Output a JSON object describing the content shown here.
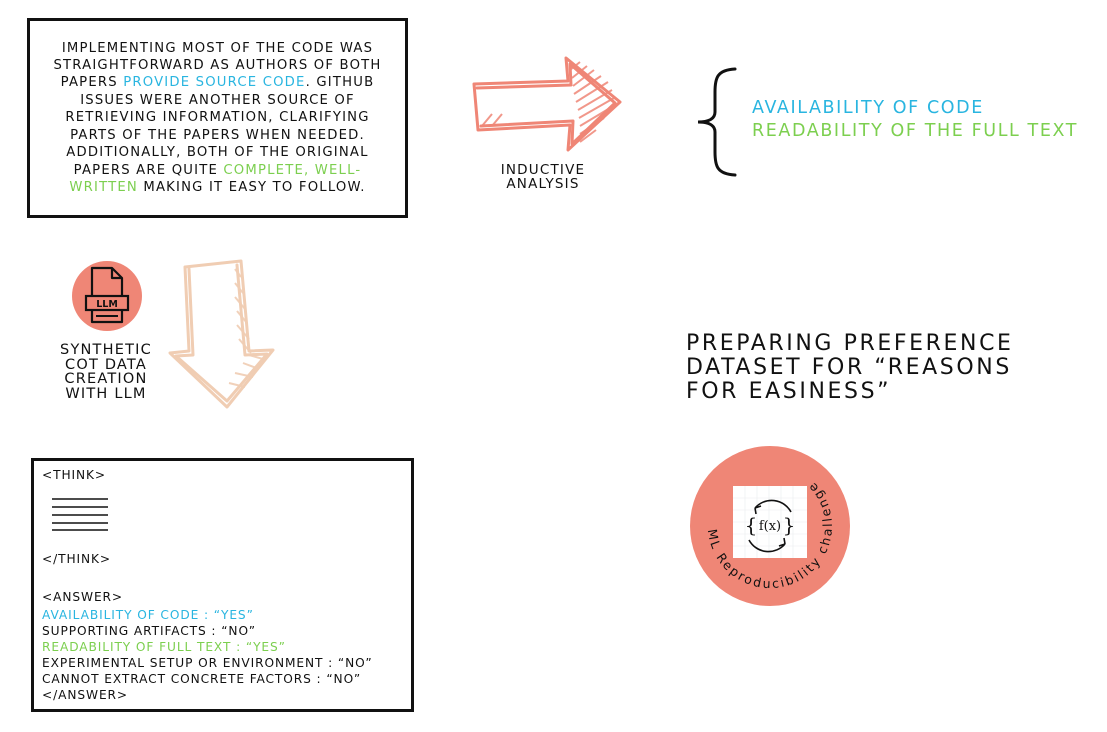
{
  "quote": {
    "part1": "Implementing most of the code was straightforward as authors of both papers ",
    "highlight1": "provide source code",
    "part2": ". Github issues were another source of retrieving information, clarifying parts of the papers when needed. Additionally, both of the original papers are quite ",
    "highlight2": "complete, well-written",
    "part3": " making it easy to follow."
  },
  "inductive": {
    "line1": "Inductive",
    "line2": "analysis"
  },
  "factors": {
    "item1": "Availability of code",
    "item2": "Readability of the full text"
  },
  "llm_badge": {
    "label": "LLM"
  },
  "synthetic": {
    "line1": "Synthetic",
    "line2": "CoT Data",
    "line3": "creation",
    "line4": "with LLM"
  },
  "preparing": {
    "line1": "Preparing preference",
    "line2": "dataset for “Reasons",
    "line3": "for easiness”"
  },
  "challenge_badge": {
    "text": "ML Reproducibility challenge",
    "icon_text": "f(x)"
  },
  "answer_box": {
    "think_open": "<THINK>",
    "think_close": "</THINK>",
    "answer_open": "<ANSWER>",
    "line1": "AVAILABILITY OF CODE : “YES”",
    "line2": "SUPPORTING ARTIFACTS : “NO”",
    "line3": "READABILITY OF FULL TEXT : “YES”",
    "line4": "EXPERIMENTAL SETUP OR ENVIRONMENT : “NO”",
    "line5": "CANNOT EXTRACT CONCRETE FACTORS : “NO”",
    "answer_close": "</ANSWER>"
  },
  "colors": {
    "blue": "#29b5e0",
    "green": "#7ccf4f",
    "salmon": "#ef8676",
    "peach": "#f0cdb3"
  }
}
